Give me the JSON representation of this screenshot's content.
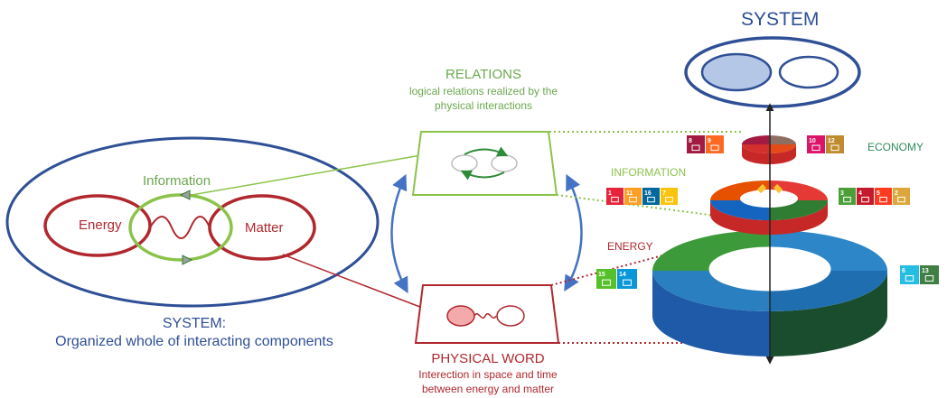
{
  "system_top": {
    "label": "SYSTEM"
  },
  "relations": {
    "title": "RELATIONS",
    "subtitle_line1": "logical relations realized by the",
    "subtitle_line2": "physical interactions"
  },
  "left_system": {
    "information": "Information",
    "energy": "Energy",
    "matter": "Matter",
    "caption_title": "SYSTEM:",
    "caption_text": "Organized  whole of interacting components"
  },
  "physical_world": {
    "title": "PHYSICAL WORD",
    "subtitle_line1": "Interection in space and time",
    "subtitle_line2": "between energy and matter"
  },
  "layers": {
    "economy": "ECONOMY",
    "information": "INFORMATION",
    "energy": "ENERGY"
  },
  "sdg_tiles": {
    "economy_left": [
      {
        "num": "8",
        "color": "#a21942"
      },
      {
        "num": "9",
        "color": "#fd6925"
      }
    ],
    "economy_right": [
      {
        "num": "10",
        "color": "#dd1367"
      },
      {
        "num": "12",
        "color": "#bf8b2e"
      }
    ],
    "information_left": [
      {
        "num": "1",
        "color": "#e5243b"
      },
      {
        "num": "11",
        "color": "#fd9d24"
      },
      {
        "num": "16",
        "color": "#00689d"
      },
      {
        "num": "7",
        "color": "#fcc30b"
      }
    ],
    "information_right": [
      {
        "num": "3",
        "color": "#4c9f38"
      },
      {
        "num": "4",
        "color": "#c5192d"
      },
      {
        "num": "5",
        "color": "#ff3a21"
      },
      {
        "num": "2",
        "color": "#dda63a"
      }
    ],
    "energy_left": [
      {
        "num": "15",
        "color": "#56c02b"
      },
      {
        "num": "14",
        "color": "#0a97d9"
      }
    ],
    "energy_right": [
      {
        "num": "6",
        "color": "#26bde2"
      },
      {
        "num": "13",
        "color": "#3f7e44"
      }
    ]
  },
  "colors": {
    "blue": "#2f4f96",
    "green": "#8bc34a",
    "text_green": "#6aa84f",
    "red": "#b0282e",
    "arrow_blue": "#4472c4"
  }
}
